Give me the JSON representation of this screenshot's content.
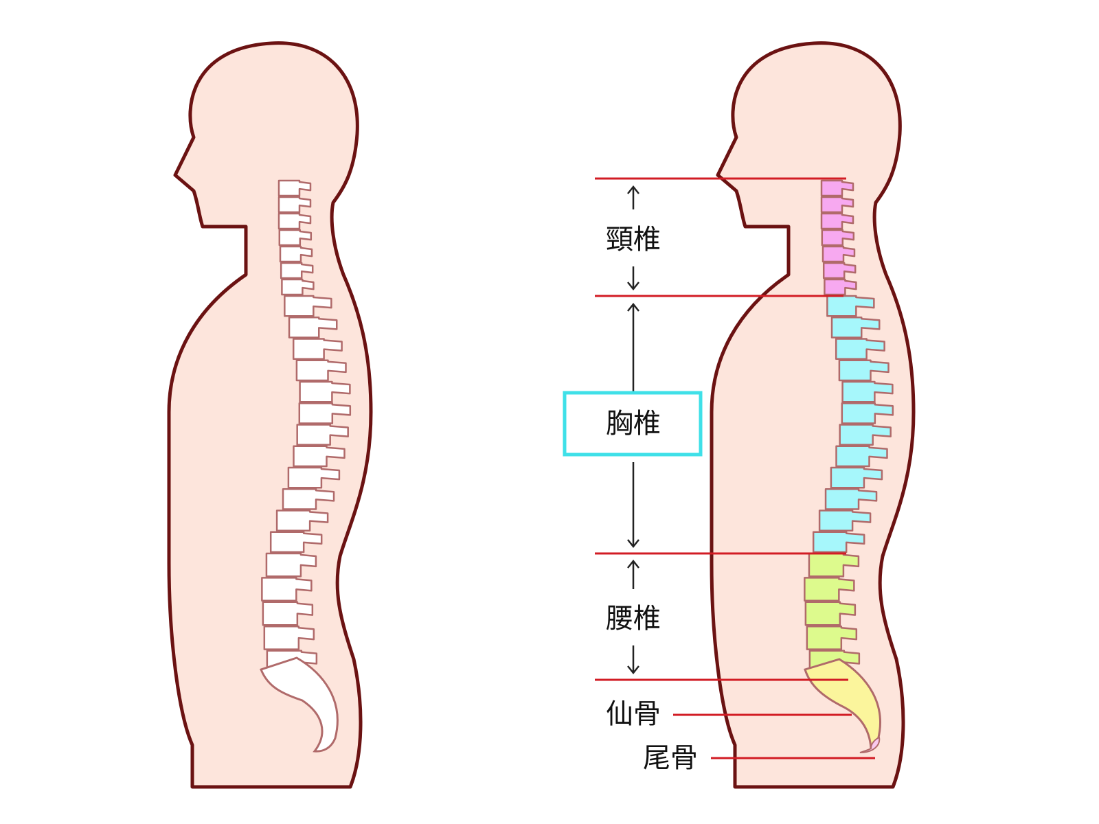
{
  "labels": {
    "cervical": "頸椎",
    "thoracic": "胸椎",
    "lumbar": "腰椎",
    "sacrum": "仙骨",
    "coccyx": "尾骨"
  },
  "colors": {
    "outline": "#6b1212",
    "skin": "#fde5dc",
    "bone_outline": "#b06a6a",
    "plain_vertebra": "#ffffff",
    "cervical": "#f7a9f0",
    "thoracic": "#a6f7fb",
    "lumbar": "#ddfa8d",
    "sacrum": "#fbf59c",
    "coccyx": "#f8c9ee",
    "guide_line": "#d21c24",
    "highlight_box": "#3fe0e8",
    "arrow": "#222222"
  },
  "spine_counts": {
    "cervical": 7,
    "thoracic": 12,
    "lumbar": 5
  }
}
